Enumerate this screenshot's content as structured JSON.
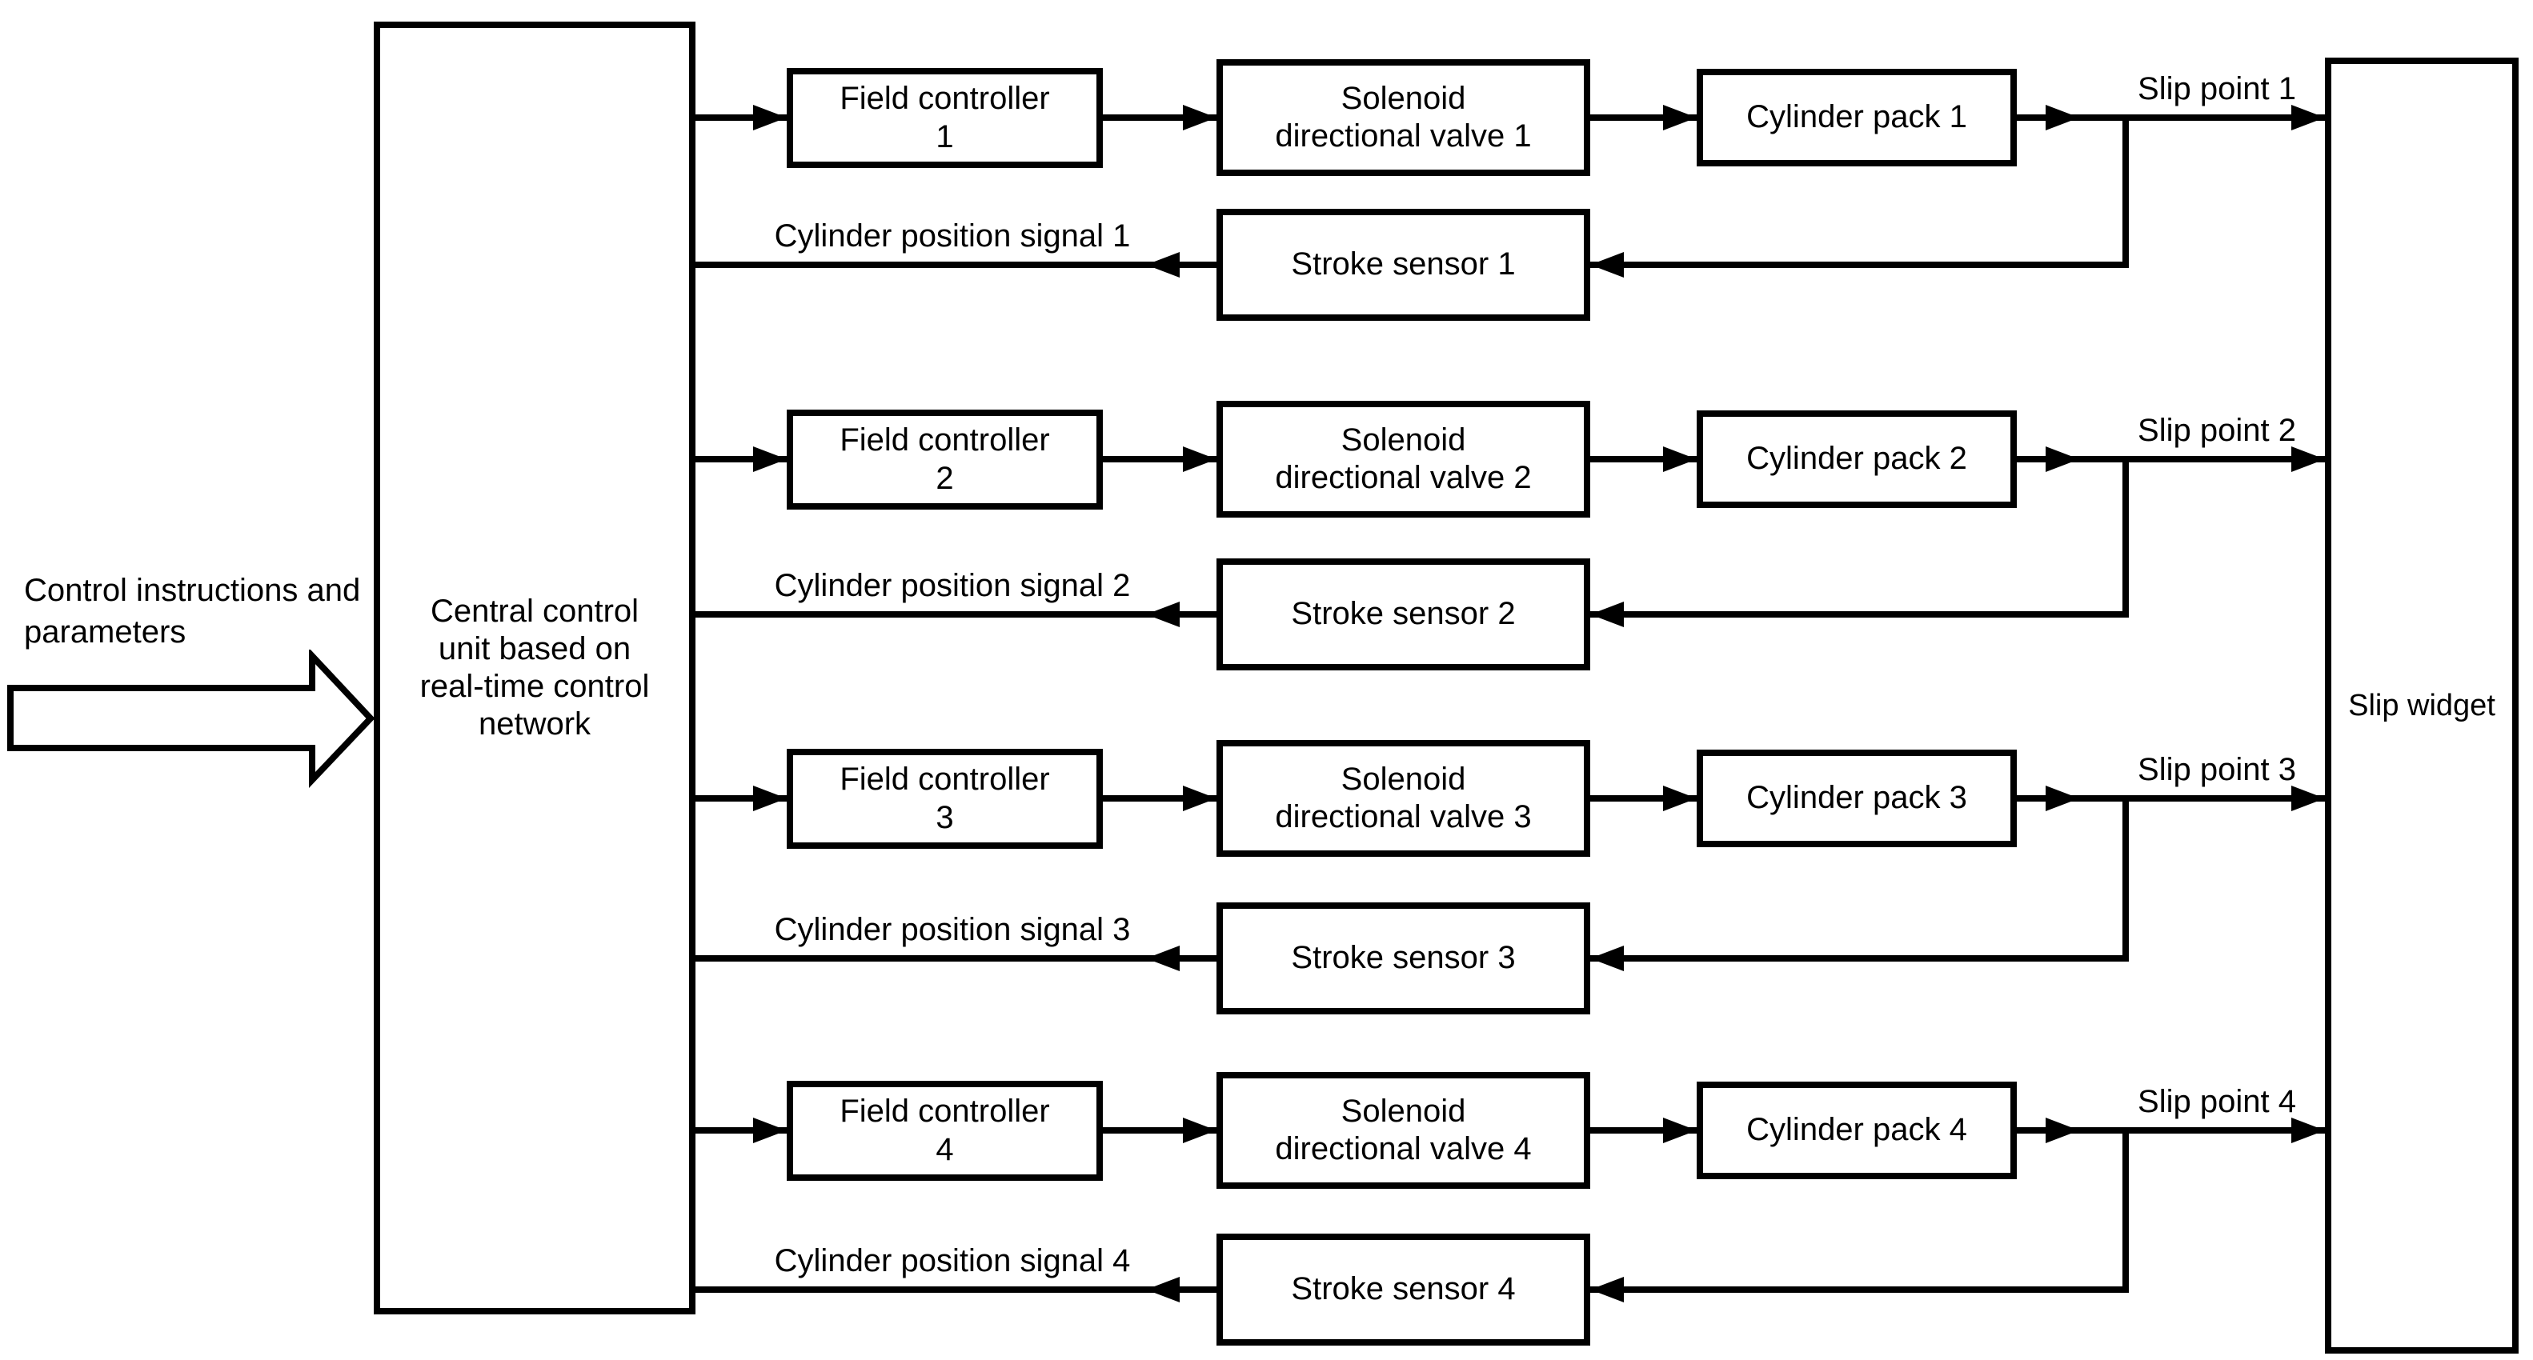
{
  "diagram": {
    "input_label": "Control instructions and parameters",
    "central_unit_label": "Central control unit based on real-time control network",
    "slip_widget_label": "Slip widget"
  },
  "channels": [
    {
      "field_controller_line1": "Field controller",
      "field_controller_line2": "1",
      "valve_line1": "Solenoid",
      "valve_line2": "directional valve 1",
      "cylinder_pack": "Cylinder pack 1",
      "stroke_sensor": "Stroke sensor 1",
      "slip_point": "Slip point 1",
      "position_signal": "Cylinder position signal 1"
    },
    {
      "field_controller_line1": "Field controller",
      "field_controller_line2": "2",
      "valve_line1": "Solenoid",
      "valve_line2": "directional valve 2",
      "cylinder_pack": "Cylinder pack 2",
      "stroke_sensor": "Stroke sensor 2",
      "slip_point": "Slip point 2",
      "position_signal": "Cylinder position signal 2"
    },
    {
      "field_controller_line1": "Field controller",
      "field_controller_line2": "3",
      "valve_line1": "Solenoid",
      "valve_line2": "directional valve 3",
      "cylinder_pack": "Cylinder pack 3",
      "stroke_sensor": "Stroke sensor 3",
      "slip_point": "Slip point 3",
      "position_signal": "Cylinder position signal 3"
    },
    {
      "field_controller_line1": "Field controller",
      "field_controller_line2": "4",
      "valve_line1": "Solenoid",
      "valve_line2": "directional valve 4",
      "cylinder_pack": "Cylinder pack 4",
      "stroke_sensor": "Stroke sensor 4",
      "slip_point": "Slip point 4",
      "position_signal": "Cylinder position signal 4"
    }
  ]
}
